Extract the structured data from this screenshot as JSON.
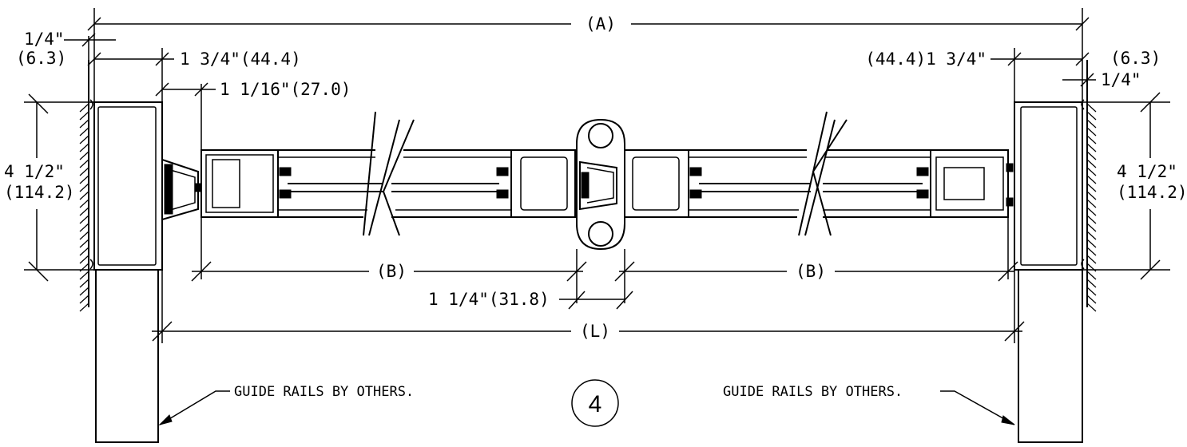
{
  "dimensions": {
    "overall": "(A)",
    "left_gap_in": "1/4\"",
    "left_gap_mm": "(6.3)",
    "left_rail_depth": "1 3/4\"(44.4)",
    "left_clearance": "1 1/16\"(27.0)",
    "left_height_in": "4 1/2\"",
    "left_height_mm": "(114.2)",
    "right_rail_depth": "(44.4)1 3/4\"",
    "right_gap_mm": "(6.3)",
    "right_gap_in": "1/4\"",
    "right_height_in": "4 1/2\"",
    "right_height_mm": "(114.2)",
    "panel_left": "(B)",
    "panel_right": "(B)",
    "center_gap": "1 1/4\"(31.8)",
    "length": "(L)"
  },
  "notes": {
    "left_guide_rail": "GUIDE RAILS BY OTHERS.",
    "right_guide_rail": "GUIDE RAILS BY OTHERS."
  },
  "detail_number": "4"
}
